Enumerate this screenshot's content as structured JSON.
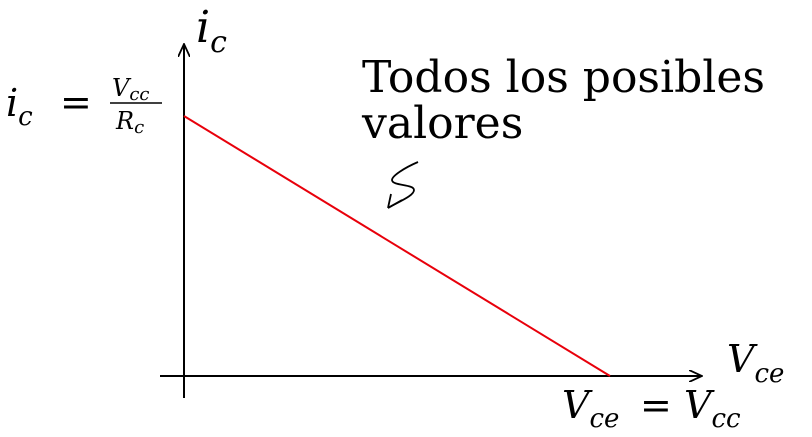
{
  "diagram": {
    "y_axis_label": "i",
    "y_axis_label_sub": "c",
    "x_axis_label": "V",
    "x_axis_label_sub": "ce",
    "intercept_y": {
      "lhs": "i",
      "lhs_sub": "c",
      "equals": "=",
      "num_main": "V",
      "num_sub": "cc",
      "den_main": "R",
      "den_sub": "c"
    },
    "intercept_x": {
      "lhs_main": "V",
      "lhs_sub": "ce",
      "equals": "=",
      "rhs_main": "V",
      "rhs_sub": "cc"
    },
    "annotation": {
      "line1": "Todos los posibles",
      "line2": "valores"
    },
    "colors": {
      "axis": "#000000",
      "load_line": "#e8000b",
      "text": "#000000"
    }
  }
}
